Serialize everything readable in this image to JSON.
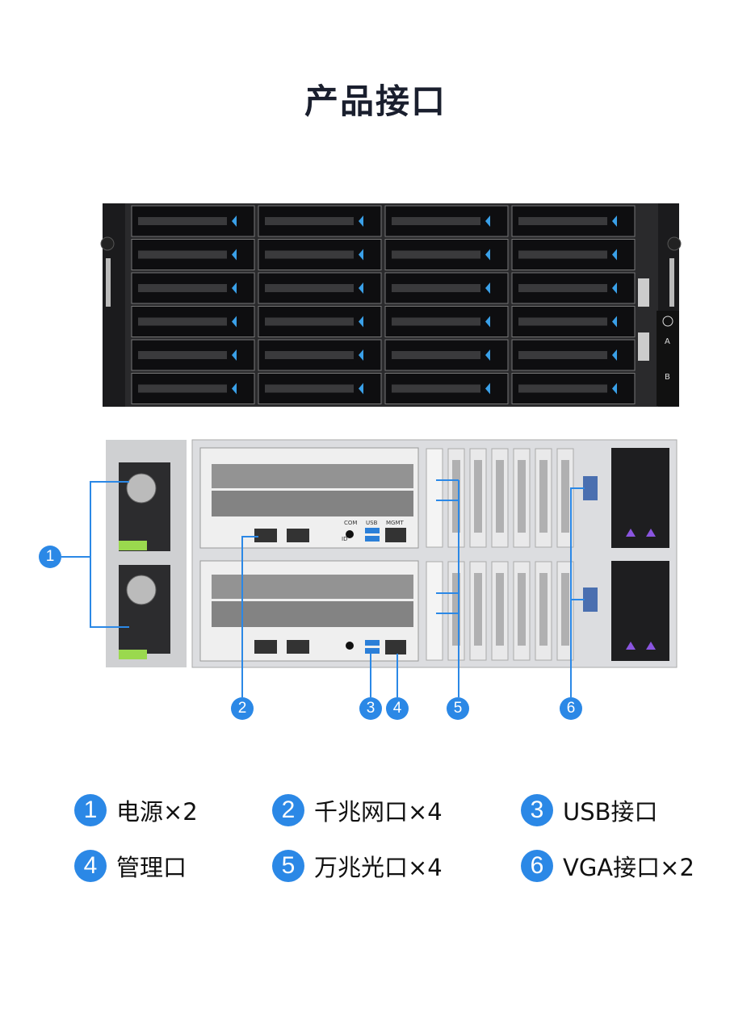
{
  "title": "产品接口",
  "colors": {
    "accent": "#2b88e6",
    "drive_accent": "#3aa0e8",
    "chassis_front": "#1b1b1d",
    "chassis_rear": "#d8d9db"
  },
  "rear_panel_labels": {
    "com": "COM",
    "usb": "USB",
    "mgmt": "MGMT",
    "id": "ID"
  },
  "front": {
    "drive_columns": 4,
    "drive_rows": 6,
    "panel_buttons": [
      "A",
      "B"
    ]
  },
  "callouts": [
    "1",
    "2",
    "3",
    "4",
    "5",
    "6"
  ],
  "legend": [
    {
      "num": "1",
      "label": "电源×2"
    },
    {
      "num": "2",
      "label": "千兆网口×4"
    },
    {
      "num": "3",
      "label": "USB接口"
    },
    {
      "num": "4",
      "label": "管理口"
    },
    {
      "num": "5",
      "label": "万兆光口×4"
    },
    {
      "num": "6",
      "label": "VGA接口×2"
    }
  ]
}
